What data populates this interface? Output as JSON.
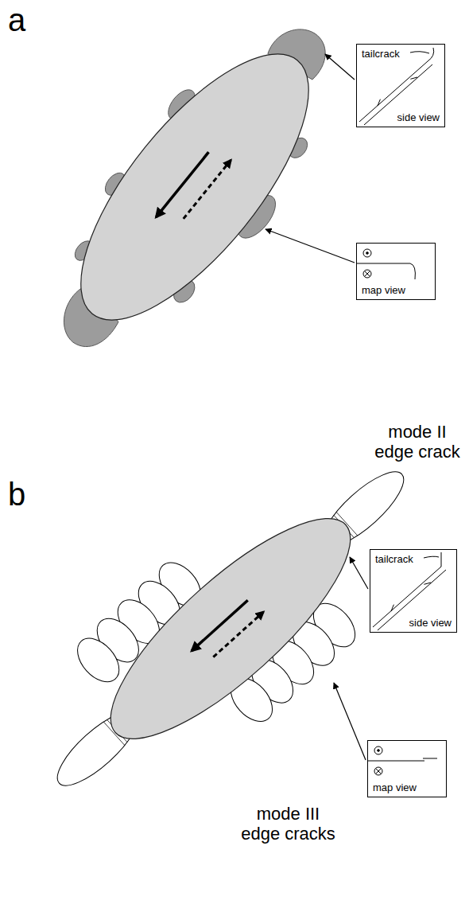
{
  "diagram": {
    "nodes": [
      {
        "text": [
          "tailcrack",
          "side view"
        ]
      },
      {
        "text": [
          "map view"
        ]
      },
      {
        "text": [
          "tailcrack",
          "side view"
        ]
      },
      {
        "text": [
          "map view"
        ]
      }
    ],
    "labels": [
      "a",
      "b",
      "mode II edge crack",
      "mode III edge cracks"
    ]
  }
}
